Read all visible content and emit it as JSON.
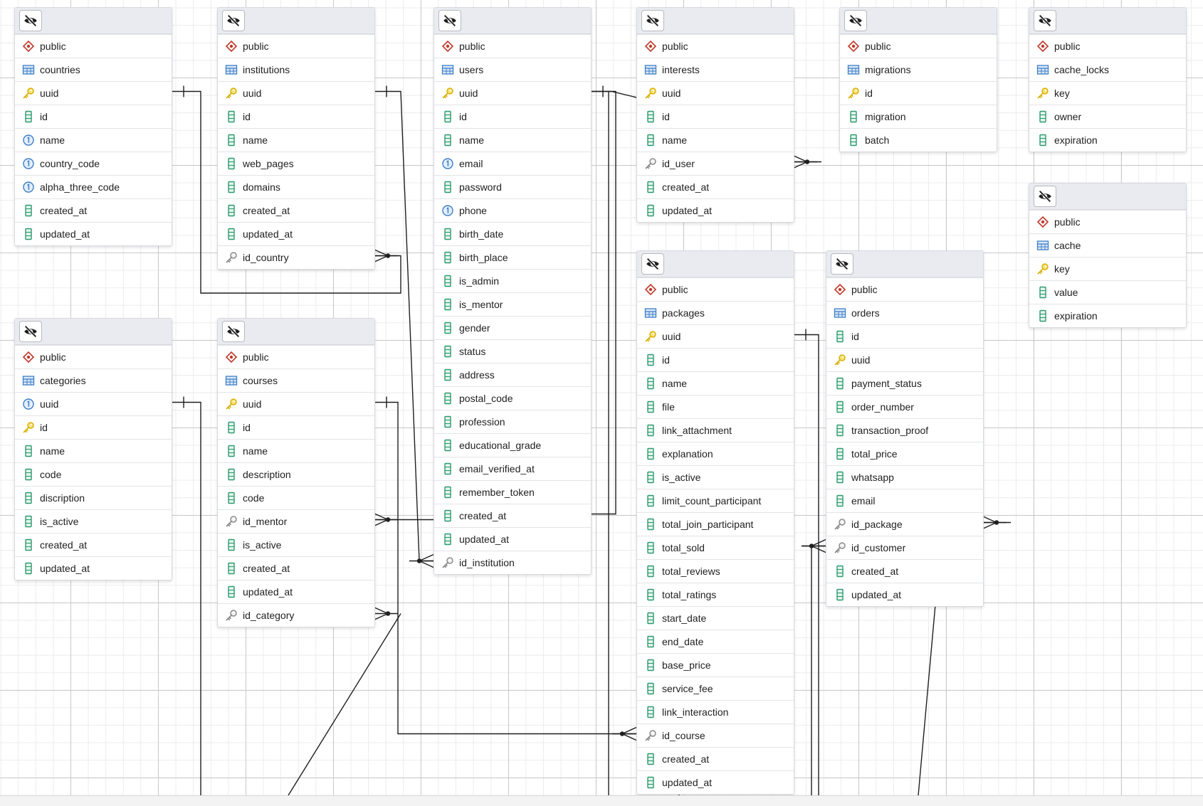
{
  "tables": [
    {
      "schema": "public",
      "name": "countries",
      "columns": [
        {
          "name": "uuid",
          "icon": "primary-key"
        },
        {
          "name": "id",
          "icon": "column"
        },
        {
          "name": "name",
          "icon": "unique"
        },
        {
          "name": "country_code",
          "icon": "unique"
        },
        {
          "name": "alpha_three_code",
          "icon": "unique"
        },
        {
          "name": "created_at",
          "icon": "column"
        },
        {
          "name": "updated_at",
          "icon": "column"
        }
      ]
    },
    {
      "schema": "public",
      "name": "institutions",
      "columns": [
        {
          "name": "uuid",
          "icon": "primary-key"
        },
        {
          "name": "id",
          "icon": "column"
        },
        {
          "name": "name",
          "icon": "column"
        },
        {
          "name": "web_pages",
          "icon": "column"
        },
        {
          "name": "domains",
          "icon": "column"
        },
        {
          "name": "created_at",
          "icon": "column"
        },
        {
          "name": "updated_at",
          "icon": "column"
        },
        {
          "name": "id_country",
          "icon": "foreign-key"
        }
      ]
    },
    {
      "schema": "public",
      "name": "users",
      "columns": [
        {
          "name": "uuid",
          "icon": "primary-key"
        },
        {
          "name": "id",
          "icon": "column"
        },
        {
          "name": "name",
          "icon": "column"
        },
        {
          "name": "email",
          "icon": "unique"
        },
        {
          "name": "password",
          "icon": "column"
        },
        {
          "name": "phone",
          "icon": "unique"
        },
        {
          "name": "birth_date",
          "icon": "column"
        },
        {
          "name": "birth_place",
          "icon": "column"
        },
        {
          "name": "is_admin",
          "icon": "column"
        },
        {
          "name": "is_mentor",
          "icon": "column"
        },
        {
          "name": "gender",
          "icon": "column"
        },
        {
          "name": "status",
          "icon": "column"
        },
        {
          "name": "address",
          "icon": "column"
        },
        {
          "name": "postal_code",
          "icon": "column"
        },
        {
          "name": "profession",
          "icon": "column"
        },
        {
          "name": "educational_grade",
          "icon": "column"
        },
        {
          "name": "email_verified_at",
          "icon": "column"
        },
        {
          "name": "remember_token",
          "icon": "column"
        },
        {
          "name": "created_at",
          "icon": "column"
        },
        {
          "name": "updated_at",
          "icon": "column"
        },
        {
          "name": "id_institution",
          "icon": "foreign-key"
        }
      ]
    },
    {
      "schema": "public",
      "name": "interests",
      "columns": [
        {
          "name": "uuid",
          "icon": "primary-key"
        },
        {
          "name": "id",
          "icon": "column"
        },
        {
          "name": "name",
          "icon": "column"
        },
        {
          "name": "id_user",
          "icon": "foreign-key"
        },
        {
          "name": "created_at",
          "icon": "column"
        },
        {
          "name": "updated_at",
          "icon": "column"
        }
      ]
    },
    {
      "schema": "public",
      "name": "migrations",
      "columns": [
        {
          "name": "id",
          "icon": "primary-key"
        },
        {
          "name": "migration",
          "icon": "column"
        },
        {
          "name": "batch",
          "icon": "column"
        }
      ]
    },
    {
      "schema": "public",
      "name": "cache_locks",
      "columns": [
        {
          "name": "key",
          "icon": "primary-key"
        },
        {
          "name": "owner",
          "icon": "column"
        },
        {
          "name": "expiration",
          "icon": "column"
        }
      ]
    },
    {
      "schema": "public",
      "name": "cache",
      "columns": [
        {
          "name": "key",
          "icon": "primary-key"
        },
        {
          "name": "value",
          "icon": "column"
        },
        {
          "name": "expiration",
          "icon": "column"
        }
      ]
    },
    {
      "schema": "public",
      "name": "categories",
      "columns": [
        {
          "name": "uuid",
          "icon": "unique"
        },
        {
          "name": "id",
          "icon": "primary-key"
        },
        {
          "name": "name",
          "icon": "column"
        },
        {
          "name": "code",
          "icon": "column"
        },
        {
          "name": "discription",
          "icon": "column"
        },
        {
          "name": "is_active",
          "icon": "column"
        },
        {
          "name": "created_at",
          "icon": "column"
        },
        {
          "name": "updated_at",
          "icon": "column"
        }
      ]
    },
    {
      "schema": "public",
      "name": "courses",
      "columns": [
        {
          "name": "uuid",
          "icon": "primary-key"
        },
        {
          "name": "id",
          "icon": "column"
        },
        {
          "name": "name",
          "icon": "column"
        },
        {
          "name": "description",
          "icon": "column"
        },
        {
          "name": "code",
          "icon": "column"
        },
        {
          "name": "id_mentor",
          "icon": "foreign-key"
        },
        {
          "name": "is_active",
          "icon": "column"
        },
        {
          "name": "created_at",
          "icon": "column"
        },
        {
          "name": "updated_at",
          "icon": "column"
        },
        {
          "name": "id_category",
          "icon": "foreign-key"
        }
      ]
    },
    {
      "schema": "public",
      "name": "packages",
      "columns": [
        {
          "name": "uuid",
          "icon": "primary-key"
        },
        {
          "name": "id",
          "icon": "column"
        },
        {
          "name": "name",
          "icon": "column"
        },
        {
          "name": "file",
          "icon": "column"
        },
        {
          "name": "link_attachment",
          "icon": "column"
        },
        {
          "name": "explanation",
          "icon": "column"
        },
        {
          "name": "is_active",
          "icon": "column"
        },
        {
          "name": "limit_count_participant",
          "icon": "column"
        },
        {
          "name": "total_join_participant",
          "icon": "column"
        },
        {
          "name": "total_sold",
          "icon": "column"
        },
        {
          "name": "total_reviews",
          "icon": "column"
        },
        {
          "name": "total_ratings",
          "icon": "column"
        },
        {
          "name": "start_date",
          "icon": "column"
        },
        {
          "name": "end_date",
          "icon": "column"
        },
        {
          "name": "base_price",
          "icon": "column"
        },
        {
          "name": "service_fee",
          "icon": "column"
        },
        {
          "name": "link_interaction",
          "icon": "column"
        },
        {
          "name": "id_course",
          "icon": "foreign-key"
        },
        {
          "name": "created_at",
          "icon": "column"
        },
        {
          "name": "updated_at",
          "icon": "column"
        }
      ]
    },
    {
      "schema": "public",
      "name": "orders",
      "columns": [
        {
          "name": "id",
          "icon": "column"
        },
        {
          "name": "uuid",
          "icon": "primary-key"
        },
        {
          "name": "payment_status",
          "icon": "column"
        },
        {
          "name": "order_number",
          "icon": "column"
        },
        {
          "name": "transaction_proof",
          "icon": "column"
        },
        {
          "name": "total_price",
          "icon": "column"
        },
        {
          "name": "whatsapp",
          "icon": "column"
        },
        {
          "name": "email",
          "icon": "column"
        },
        {
          "name": "id_package",
          "icon": "foreign-key"
        },
        {
          "name": "id_customer",
          "icon": "foreign-key"
        },
        {
          "name": "created_at",
          "icon": "column"
        },
        {
          "name": "updated_at",
          "icon": "column"
        }
      ]
    }
  ],
  "relationships": [
    {
      "from": "countries.uuid",
      "to": "institutions.id_country"
    },
    {
      "from": "institutions.uuid",
      "to": "users.id_institution"
    },
    {
      "from": "users.uuid",
      "to": "interests.id_user"
    },
    {
      "from": "users.uuid",
      "to": "courses.id_mentor"
    },
    {
      "from": "users.uuid",
      "to": "orders.id_customer"
    },
    {
      "from": "categories.uuid",
      "to": "courses.id_category"
    },
    {
      "from": "courses.uuid",
      "to": "packages.id_course"
    },
    {
      "from": "packages.uuid",
      "to": "orders.id_package"
    }
  ],
  "icons": {
    "schema": "schema-icon",
    "table": "table-icon",
    "primary-key": "primary-key-icon",
    "foreign-key": "foreign-key-icon",
    "unique": "unique-constraint-icon",
    "column": "column-icon",
    "hide": "eye-slash-icon"
  },
  "colors": {
    "schema": "#c0392b",
    "table": "#3c7fc8",
    "primary_key": "#d9b20c",
    "foreign_key": "#8b8b8b",
    "unique": "#3c7fc8",
    "column": "#2c9a6e",
    "line": "#1f1f1f"
  }
}
